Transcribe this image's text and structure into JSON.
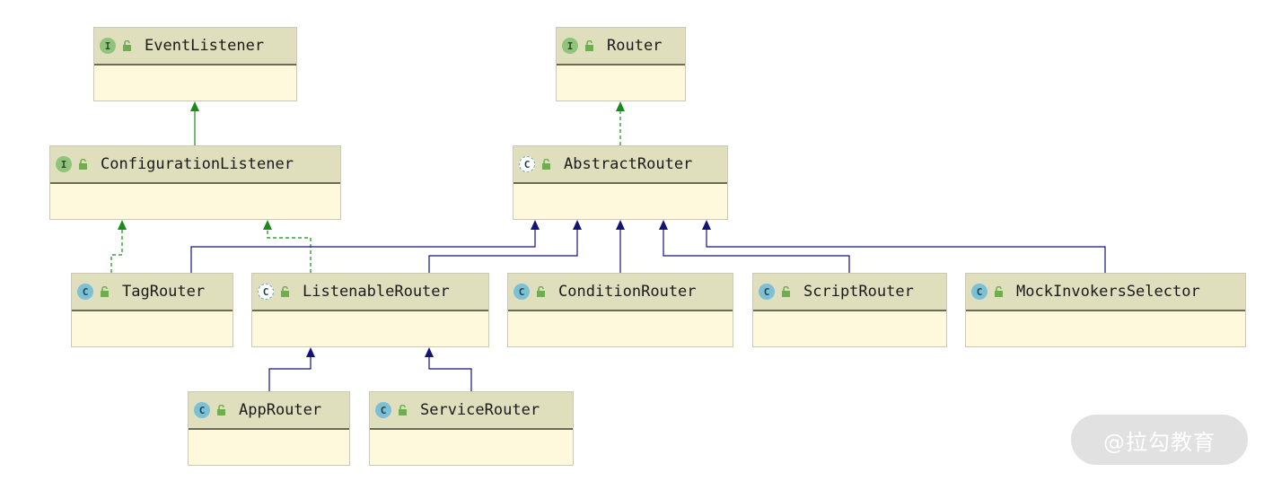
{
  "diagram": {
    "nodes": [
      {
        "id": "event_listener",
        "name": "EventListener",
        "kind": "interface",
        "badge": "I"
      },
      {
        "id": "router",
        "name": "Router",
        "kind": "interface",
        "badge": "I"
      },
      {
        "id": "configuration_listener",
        "name": "ConfigurationListener",
        "kind": "interface",
        "badge": "I"
      },
      {
        "id": "abstract_router",
        "name": "AbstractRouter",
        "kind": "abstract",
        "badge": "C"
      },
      {
        "id": "tag_router",
        "name": "TagRouter",
        "kind": "class",
        "badge": "C"
      },
      {
        "id": "listenable_router",
        "name": "ListenableRouter",
        "kind": "abstract",
        "badge": "C"
      },
      {
        "id": "condition_router",
        "name": "ConditionRouter",
        "kind": "class",
        "badge": "C"
      },
      {
        "id": "script_router",
        "name": "ScriptRouter",
        "kind": "class",
        "badge": "C"
      },
      {
        "id": "mock_invokers_selector",
        "name": "MockInvokersSelector",
        "kind": "class",
        "badge": "C"
      },
      {
        "id": "app_router",
        "name": "AppRouter",
        "kind": "class",
        "badge": "C"
      },
      {
        "id": "service_router",
        "name": "ServiceRouter",
        "kind": "class",
        "badge": "C"
      }
    ],
    "edges": [
      {
        "from": "configuration_listener",
        "to": "event_listener",
        "type": "extends",
        "color": "#1a8a1a"
      },
      {
        "from": "abstract_router",
        "to": "router",
        "type": "implements",
        "color": "#1a8a1a"
      },
      {
        "from": "tag_router",
        "to": "configuration_listener",
        "type": "implements",
        "color": "#1a8a1a"
      },
      {
        "from": "listenable_router",
        "to": "configuration_listener",
        "type": "implements",
        "color": "#1a8a1a"
      },
      {
        "from": "tag_router",
        "to": "abstract_router",
        "type": "extends",
        "color": "#13137a"
      },
      {
        "from": "listenable_router",
        "to": "abstract_router",
        "type": "extends",
        "color": "#13137a"
      },
      {
        "from": "condition_router",
        "to": "abstract_router",
        "type": "extends",
        "color": "#13137a"
      },
      {
        "from": "script_router",
        "to": "abstract_router",
        "type": "extends",
        "color": "#13137a"
      },
      {
        "from": "mock_invokers_selector",
        "to": "abstract_router",
        "type": "extends",
        "color": "#13137a"
      },
      {
        "from": "app_router",
        "to": "listenable_router",
        "type": "extends",
        "color": "#13137a"
      },
      {
        "from": "service_router",
        "to": "listenable_router",
        "type": "extends",
        "color": "#13137a"
      }
    ]
  },
  "watermark": {
    "text": "@拉勾教育"
  },
  "colors": {
    "header_bg": "#e0dfbd",
    "body_bg": "#fef9dc",
    "interface_badge": "#8fc47a",
    "class_badge": "#7cc0d6",
    "lock_green": "#6fae4e"
  },
  "icons": {
    "visibility": "unlock-icon"
  }
}
